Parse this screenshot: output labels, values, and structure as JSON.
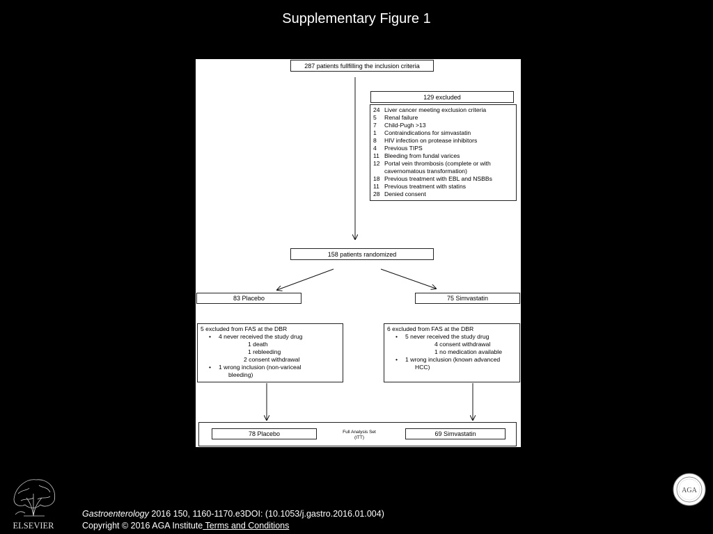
{
  "title": "Supplementary Figure 1",
  "figure": {
    "top_box": "287 patients fullfilling the inclusion criteria",
    "excluded_header": "129 excluded",
    "excluded_reasons": [
      {
        "n": "24",
        "text": "Liver cancer meeting exclusion criteria"
      },
      {
        "n": "5",
        "text": "Renal failure"
      },
      {
        "n": "7",
        "text": "Child-Pugh >13"
      },
      {
        "n": "1",
        "text": "Contraindications for simvastatin"
      },
      {
        "n": "8",
        "text": "HIV infection on protease inhibitors"
      },
      {
        "n": "4",
        "text": "Previous TIPS"
      },
      {
        "n": "11",
        "text": "Bleeding from fundal varices"
      },
      {
        "n": "12",
        "text": "Portal vein thrombosis (complete or with"
      },
      {
        "n": "",
        "text": "cavernomatous transformation)"
      },
      {
        "n": "18",
        "text": "Previous treatment with EBL and NSBBs"
      },
      {
        "n": "11",
        "text": "Previous treatment with statins"
      },
      {
        "n": "28",
        "text": "Denied consent"
      }
    ],
    "randomized": "158 patients randomized",
    "placebo": "83 Placebo",
    "simvastatin": "75 Simvastatin",
    "placebo_excluded": {
      "header": "5 excluded from FAS at the DBR",
      "l1": "4 never received the study drug",
      "l2": "1 death",
      "l3": "1 rebleeding",
      "l4": "2 consent withdrawal",
      "l5": "1 wrong inclusion (non-variceal",
      "l6": "bleeding)"
    },
    "simva_excluded": {
      "header": "6 excluded from FAS at the DBR",
      "l1": "5 never received the study drug",
      "l2": "4 consent withdrawal",
      "l3": "1 no medication available",
      "l4": "1 wrong inclusion (known advanced",
      "l5": "HCC)"
    },
    "fas_placebo": "78 Placebo",
    "fas_label_1": "Full Analysis Set",
    "fas_label_2": "(ITT)",
    "fas_simva": "69 Simvastatin"
  },
  "footer": {
    "journal": "Gastroenterology",
    "citation": " 2016 150, 1160-1170.e3DOI: (10.1053/j.gastro.2016.01.004)",
    "copyright": "Copyright © 2016 AGA Institute",
    "terms": " Terms and Conditions"
  },
  "logos": {
    "left": "ELSEVIER",
    "right": "AGA"
  }
}
